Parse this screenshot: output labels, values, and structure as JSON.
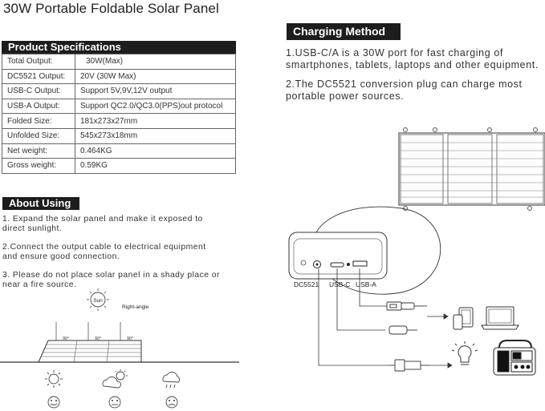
{
  "title": "30W Portable Foldable Solar Panel",
  "spec": {
    "header": "Product Specifications",
    "rows": [
      {
        "label": "Total Output:",
        "value": "30W(Max)"
      },
      {
        "label": "DC5521 Output:",
        "value": "20V (30W Max)"
      },
      {
        "label": "USB-C Output:",
        "value": "Support 5V,9V,12V output"
      },
      {
        "label": "USB-A Output:",
        "value": "Support QC2.0/QC3.0(PPS)out protocol"
      },
      {
        "label": "Folded Size:",
        "value": "181x273x27mm"
      },
      {
        "label": "Unfolded Size:",
        "value": "545x273x18mm"
      },
      {
        "label": "Net weight:",
        "value": "0.464KG"
      },
      {
        "label": "Gross weight:",
        "value": "0.59KG"
      }
    ]
  },
  "about": {
    "header": "About Using",
    "items": [
      {
        "line1": "1. Expand the solar panel and make it exposed to",
        "line2": "direct sunlight."
      },
      {
        "line1": "2.Connect the output cable to electrical equipment",
        "line2": "and ensure good connection."
      },
      {
        "line1": "3. Please do not place solar panel in a shady place or",
        "line2": "near a fire source."
      }
    ],
    "sun_label": "Sun",
    "right_angle_label": "Right-angle",
    "angle_labels": [
      "90°",
      "90°",
      "90°"
    ]
  },
  "charging": {
    "header": "Charging Method",
    "items": [
      {
        "line1": "1.USB-C/A is a 30W port for fast charging of",
        "line2": "smartphones, tablets, laptops and other equipment."
      },
      {
        "line1": "2.The DC5521 conversion plug can charge most",
        "line2": "portable power sources."
      }
    ],
    "port_labels": [
      "DC5521",
      "USB-C",
      "USB-A"
    ]
  }
}
